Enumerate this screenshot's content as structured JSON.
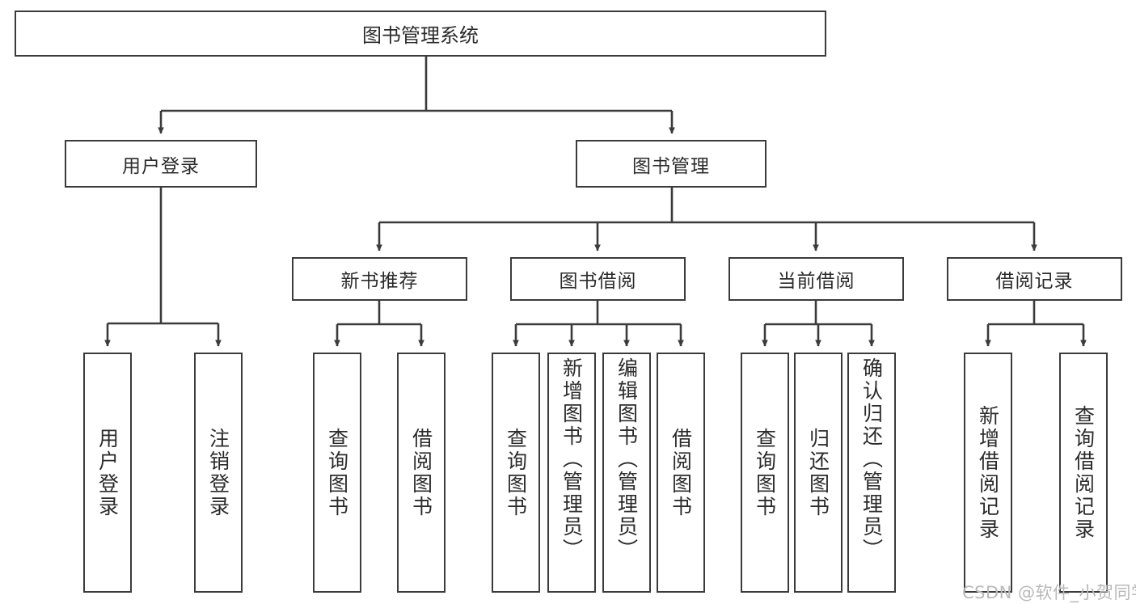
{
  "diagram": {
    "title": "图书管理系统",
    "type": "hierarchy-tree",
    "root": {
      "label": "图书管理系统"
    },
    "level2": [
      {
        "label": "用户登录"
      },
      {
        "label": "图书管理"
      }
    ],
    "level3": [
      {
        "label": "新书推荐"
      },
      {
        "label": "图书借阅"
      },
      {
        "label": "当前借阅"
      },
      {
        "label": "借阅记录"
      }
    ],
    "leaves": {
      "user_login": [
        {
          "label": "用户登录"
        },
        {
          "label": "注销登录"
        }
      ],
      "new_book_recommend": [
        {
          "label": "查询图书"
        },
        {
          "label": "借阅图书"
        }
      ],
      "book_borrow": [
        {
          "label": "查询图书"
        },
        {
          "label": "新增图书（管理员）"
        },
        {
          "label": "编辑图书（管理员）"
        },
        {
          "label": "借阅图书"
        }
      ],
      "current_borrow": [
        {
          "label": "查询图书"
        },
        {
          "label": "归还图书"
        },
        {
          "label": "确认归还（管理员）"
        }
      ],
      "borrow_record": [
        {
          "label": "新增借阅记录"
        },
        {
          "label": "查询借阅记录"
        }
      ]
    }
  },
  "watermark": {
    "text": "CSDN @软件_小贺同学"
  },
  "colors": {
    "border": "#3b3b3b",
    "text": "#2b2b2b",
    "background": "#ffffff",
    "watermark": "#b9b9b9"
  }
}
